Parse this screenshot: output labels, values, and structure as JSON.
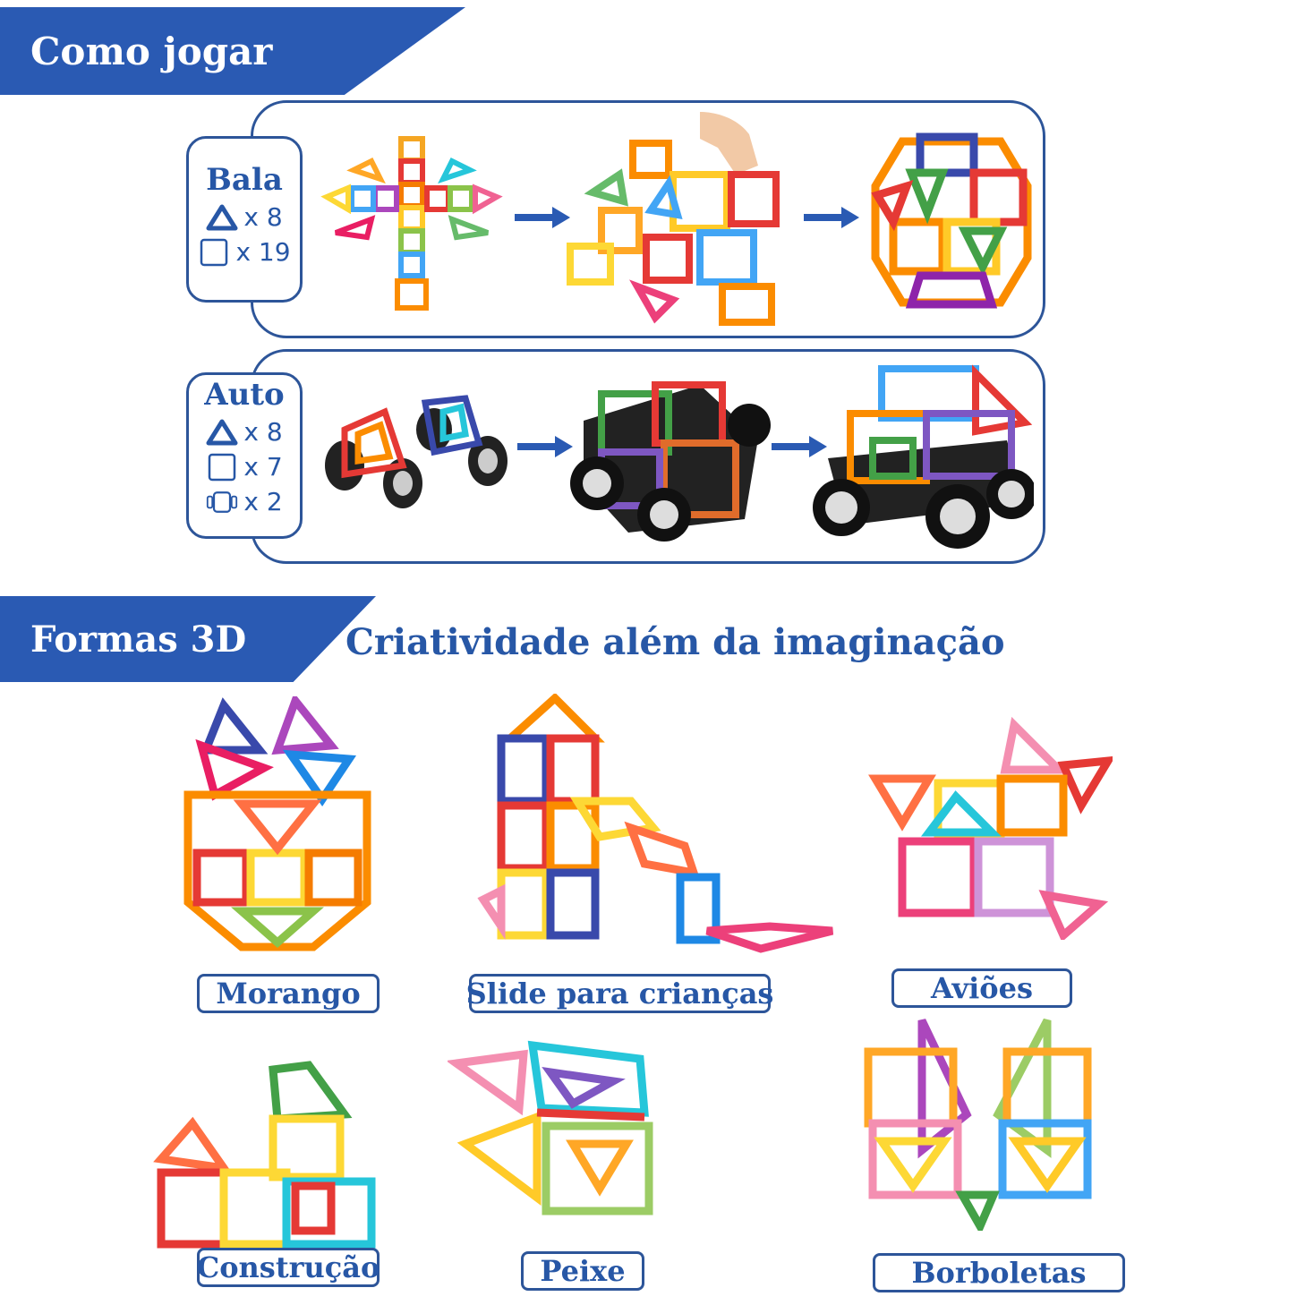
{
  "section1": {
    "title": "Como jogar"
  },
  "ball": {
    "title": "Bala",
    "triangles": "x 8",
    "squares": "x 19"
  },
  "car": {
    "title": "Auto",
    "triangles": "x 8",
    "squares": "x 7",
    "wheels": "x 2"
  },
  "section2": {
    "title": "Formas 3D",
    "tagline": "Criatividade além da imaginação"
  },
  "shapes": [
    {
      "label": "Morango"
    },
    {
      "label": "Slide para crianças"
    },
    {
      "label": "Aviões"
    },
    {
      "label": "Construção"
    },
    {
      "label": "Peixe"
    },
    {
      "label": "Borboletas"
    }
  ],
  "colors": {
    "brand_blue": "#2a5ab3",
    "border_blue": "#2d5599",
    "text_blue": "#2757a6"
  }
}
